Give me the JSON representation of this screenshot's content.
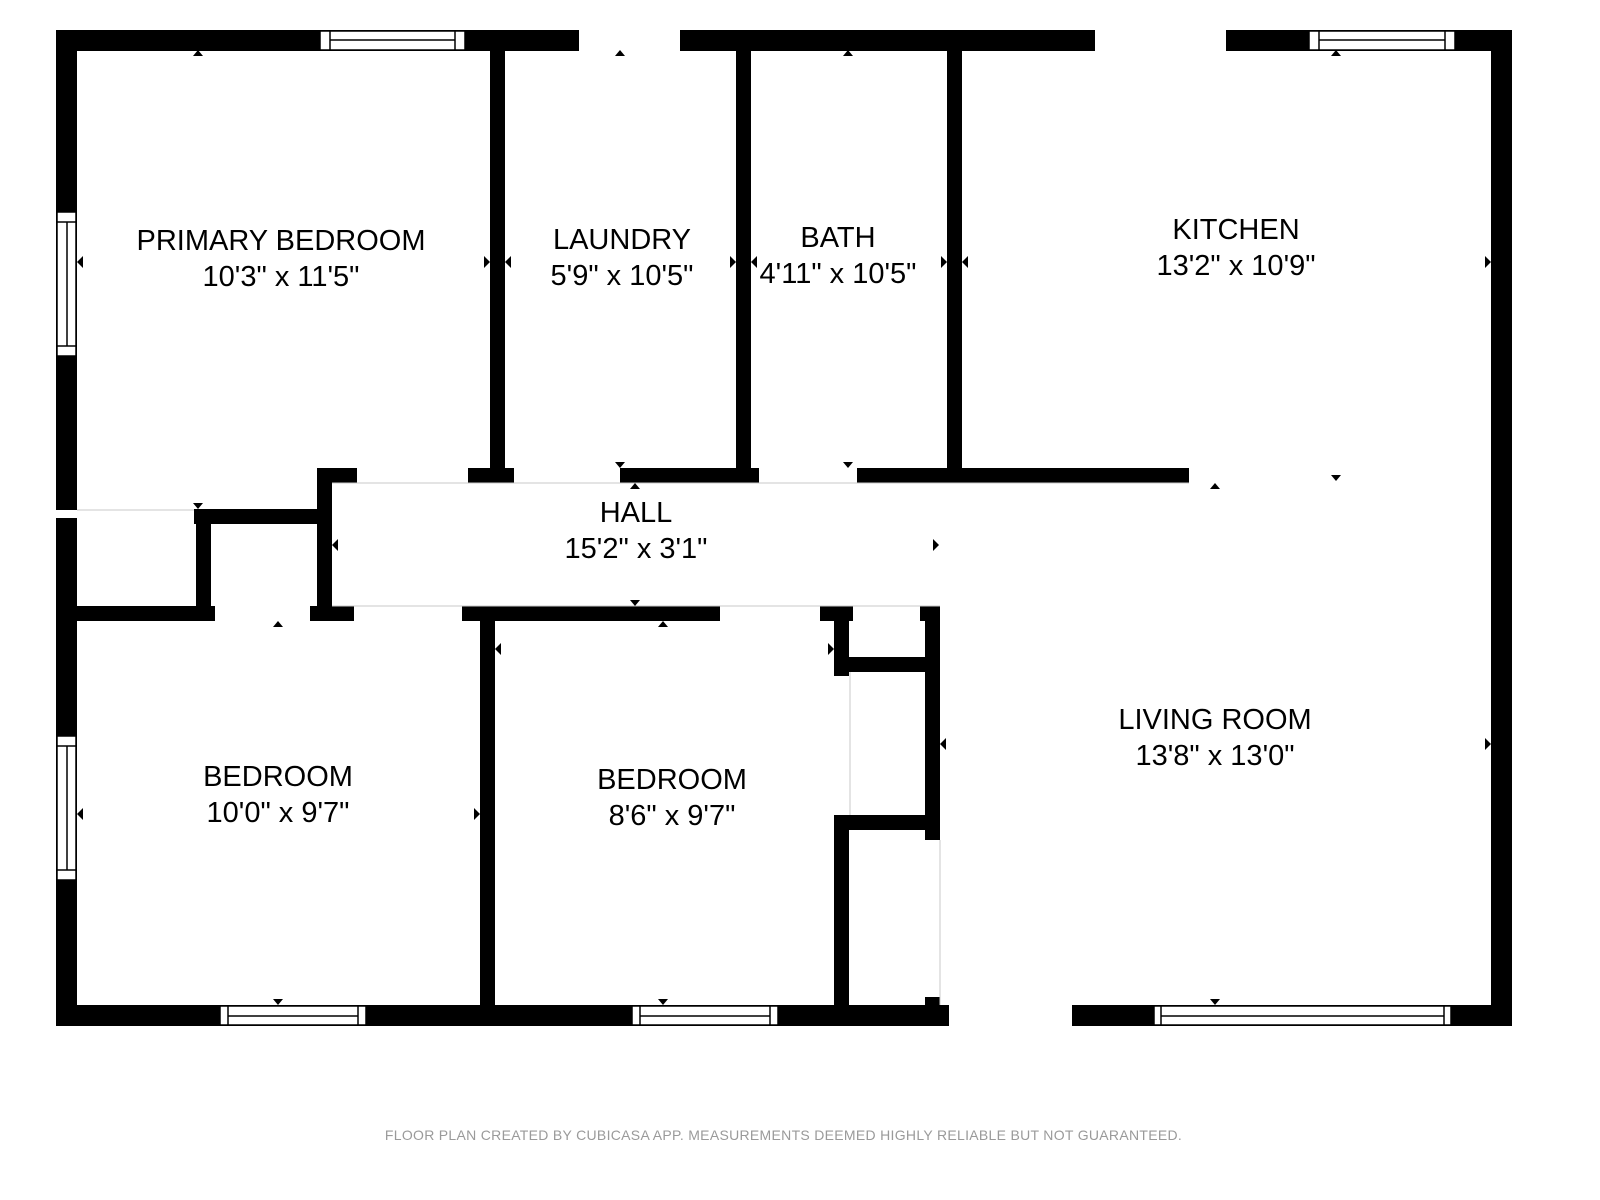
{
  "floor_plan": {
    "wall_color": "#000000",
    "background_color": "#ffffff",
    "rooms": [
      {
        "id": "primary-bedroom",
        "name": "PRIMARY BEDROOM",
        "dims": "10'3\" x 11'5\""
      },
      {
        "id": "laundry",
        "name": "LAUNDRY",
        "dims": "5'9\" x 10'5\""
      },
      {
        "id": "bath",
        "name": "BATH",
        "dims": "4'11\" x 10'5\""
      },
      {
        "id": "kitchen",
        "name": "KITCHEN",
        "dims": "13'2\" x 10'9\""
      },
      {
        "id": "hall",
        "name": "HALL",
        "dims": "15'2\" x 3'1\""
      },
      {
        "id": "bedroom-1",
        "name": "BEDROOM",
        "dims": "10'0\" x 9'7\""
      },
      {
        "id": "bedroom-2",
        "name": "BEDROOM",
        "dims": "8'6\" x 9'7\""
      },
      {
        "id": "living-room",
        "name": "LIVING ROOM",
        "dims": "13'8\" x 13'0\""
      }
    ]
  },
  "footer": {
    "disclaimer": "FLOOR PLAN CREATED BY CUBICASA APP. MEASUREMENTS DEEMED HIGHLY RELIABLE BUT NOT GUARANTEED."
  }
}
